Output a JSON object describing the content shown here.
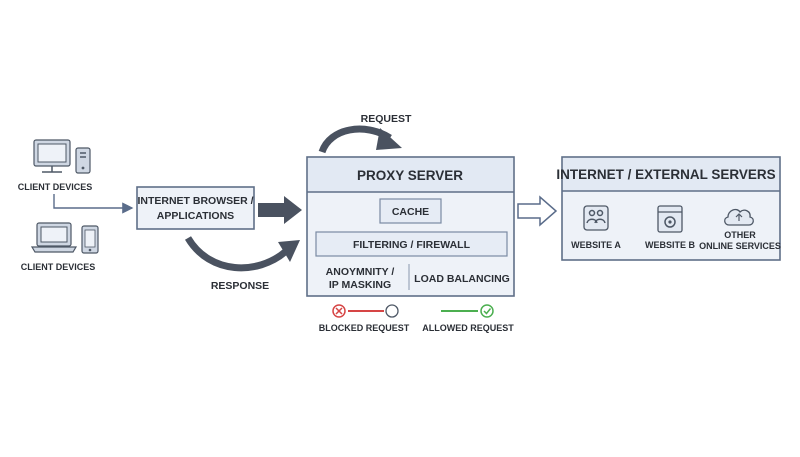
{
  "client_devices": {
    "top_label": "CLIENT DEVICES",
    "bottom_label": "CLIENT DEVICES"
  },
  "browser_box": {
    "line1": "INTERNET BROWSER /",
    "line2": "APPLICATIONS"
  },
  "flow": {
    "request_label": "REQUEST",
    "response_label": "RESPONSE"
  },
  "proxy_server": {
    "title": "PROXY SERVER",
    "cache": "CACHE",
    "filtering": "FILTERING / FIREWALL",
    "anonymity_line1": "ANOYMNITY /",
    "anonymity_line2": "IP MASKING",
    "load_balancing": "LOAD BALANCING"
  },
  "legend": {
    "blocked": "BLOCKED REQUEST",
    "allowed": "ALLOWED REQUEST",
    "colors": {
      "blocked": "#d64545",
      "allowed": "#4caf50"
    }
  },
  "external": {
    "title": "INTERNET / EXTERNAL SERVERS",
    "website_a": "WEBSITE A",
    "website_b": "WEBSITE B",
    "other_line1": "OTHER",
    "other_line2": "ONLINE SERVICES"
  },
  "icons": [
    "desktop-icon",
    "phone-icon",
    "laptop-icon",
    "website-people-icon",
    "website-settings-icon",
    "cloud-icon",
    "blocked-icon",
    "allowed-icon"
  ]
}
